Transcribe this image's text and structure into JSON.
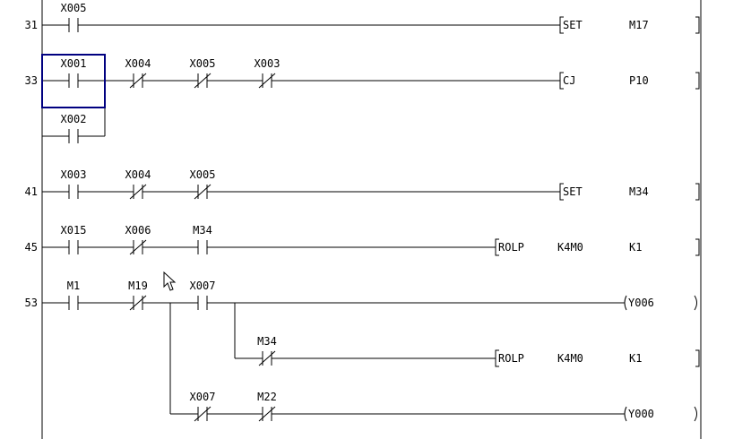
{
  "rungs": [
    {
      "step": "31"
    },
    {
      "step": "33"
    },
    {
      "step": "41"
    },
    {
      "step": "45"
    },
    {
      "step": "53"
    }
  ],
  "contacts": [
    {
      "id": "x005_r31",
      "label": "X005",
      "type": "no"
    },
    {
      "id": "x001_r33",
      "label": "X001",
      "type": "no",
      "selected": true
    },
    {
      "id": "x004_r33",
      "label": "X004",
      "type": "nc"
    },
    {
      "id": "x005_r33",
      "label": "X005",
      "type": "nc"
    },
    {
      "id": "x003_r33",
      "label": "X003",
      "type": "nc"
    },
    {
      "id": "x002_r33",
      "label": "X002",
      "type": "no"
    },
    {
      "id": "x003_r41",
      "label": "X003",
      "type": "no"
    },
    {
      "id": "x004_r41",
      "label": "X004",
      "type": "nc"
    },
    {
      "id": "x005_r41",
      "label": "X005",
      "type": "nc"
    },
    {
      "id": "x015_r45",
      "label": "X015",
      "type": "no"
    },
    {
      "id": "x006_r45",
      "label": "X006",
      "type": "nc"
    },
    {
      "id": "m34_r45",
      "label": "M34",
      "type": "no"
    },
    {
      "id": "m1_r53",
      "label": "M1",
      "type": "no"
    },
    {
      "id": "m19_r53",
      "label": "M19",
      "type": "nc"
    },
    {
      "id": "x007_r53",
      "label": "X007",
      "type": "no"
    },
    {
      "id": "m34_r53",
      "label": "M34",
      "type": "nc"
    },
    {
      "id": "x007b_r53",
      "label": "X007",
      "type": "nc"
    },
    {
      "id": "m22_r53",
      "label": "M22",
      "type": "nc"
    }
  ],
  "instructions": [
    {
      "id": "set_m17",
      "op": "SET",
      "args": [
        "M17"
      ]
    },
    {
      "id": "cj_p10",
      "op": "CJ",
      "args": [
        "P10"
      ]
    },
    {
      "id": "set_m34",
      "op": "SET",
      "args": [
        "M34"
      ]
    },
    {
      "id": "rolp_1",
      "op": "ROLP",
      "args": [
        "K4M0",
        "K1"
      ]
    },
    {
      "id": "rolp_2",
      "op": "ROLP",
      "args": [
        "K4M0",
        "K1"
      ]
    }
  ],
  "coils": [
    {
      "id": "y006",
      "label": "Y006"
    },
    {
      "id": "y000",
      "label": "Y000"
    }
  ],
  "colors": {
    "wire": "#000000",
    "selection": "#000080",
    "background": "#ffffff"
  }
}
